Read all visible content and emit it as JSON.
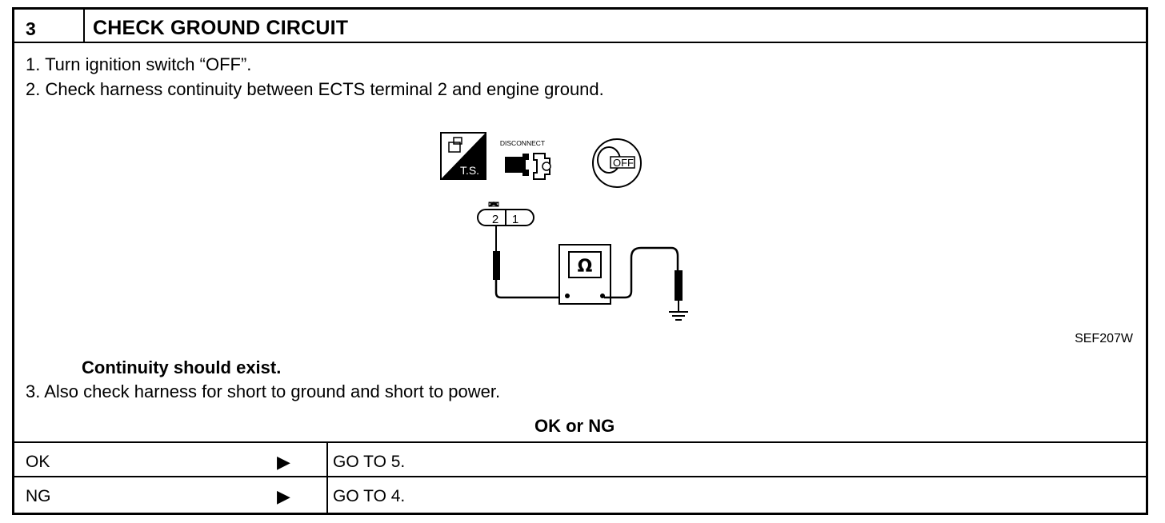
{
  "header": {
    "step_number": "3",
    "title": "CHECK GROUND CIRCUIT"
  },
  "instructions": {
    "step1": "1.  Turn ignition switch “OFF”.",
    "step2": "2.  Check harness continuity between ECTS terminal 2 and engine ground.",
    "spec": "Continuity should exist.",
    "step3": "3.  Also check harness for short to ground and short to power."
  },
  "diagram": {
    "ts_label": "T.S.",
    "disconnect_label": "DISCONNECT",
    "off_label": "OFF",
    "terminal_2": "2",
    "terminal_1": "1",
    "ohm_symbol": "Ω",
    "figure_code": "SEF207W"
  },
  "result": {
    "heading": "OK or NG",
    "rows": [
      {
        "result": "OK",
        "arrow": "▶",
        "action": "GO TO 5."
      },
      {
        "result": "NG",
        "arrow": "▶",
        "action": "GO TO 4."
      }
    ]
  }
}
